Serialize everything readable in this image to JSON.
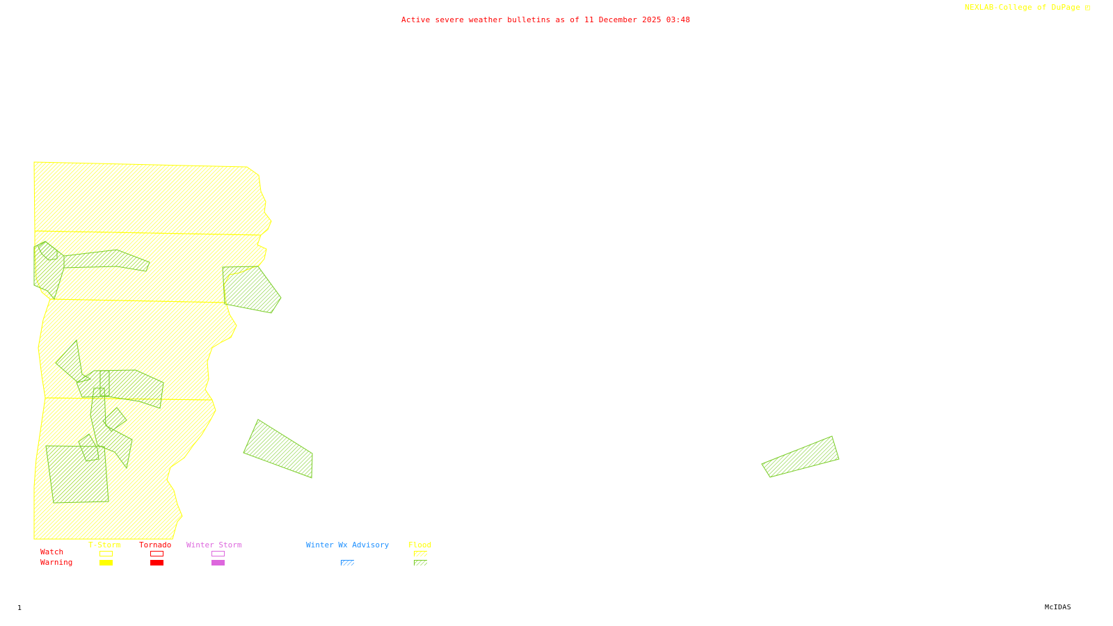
{
  "header": {
    "title": "Active severe weather bulletins as of 11 December 2025 03:48",
    "credit": "NEXLAB-College of DuPage"
  },
  "footer": {
    "frame_number": "1",
    "software": "McIDAS"
  },
  "colors": {
    "title": "#ff0000",
    "credit": "#ffff00",
    "flood_watch": "#ffff00",
    "flood_warning": "#77dd00",
    "tstorm": "#ffff00",
    "tornado": "#ff0000",
    "winter_storm": "#dd66dd",
    "winter_wx_advisory": "#1e90ff",
    "row_label": "#ff0000"
  },
  "legend": {
    "rows": [
      "Watch",
      "Warning"
    ],
    "categories": [
      {
        "name": "T-Storm",
        "color": "#ffff00",
        "watch_style": "outline",
        "warning_style": "solid"
      },
      {
        "name": "Tornado",
        "color": "#ff0000",
        "watch_style": "outline",
        "warning_style": "solid"
      },
      {
        "name": "Winter Storm",
        "color": "#dd66dd",
        "watch_style": "outline",
        "warning_style": "solid"
      },
      {
        "name": "Winter Wx Advisory",
        "color": "#1e90ff",
        "watch_style": "none",
        "warning_style": "hatched"
      },
      {
        "name": "Flood",
        "color": "#ffff00",
        "watch_style": "hatched",
        "warning_style": "hatched",
        "warning_color": "#77dd00"
      }
    ]
  },
  "map": {
    "active_bulletins": [
      {
        "type": "Flood Watch",
        "area": "Large region along west coast (multiple states)"
      },
      {
        "type": "Flood Warning",
        "area": "Multiple polygons within watch area"
      },
      {
        "type": "Flood Warning",
        "area": "Isolated polygon east of watch area (upper)"
      },
      {
        "type": "Flood Warning",
        "area": "Isolated polygon east of watch area (lower)"
      },
      {
        "type": "Flood Warning",
        "area": "Isolated polygon far east"
      }
    ]
  }
}
